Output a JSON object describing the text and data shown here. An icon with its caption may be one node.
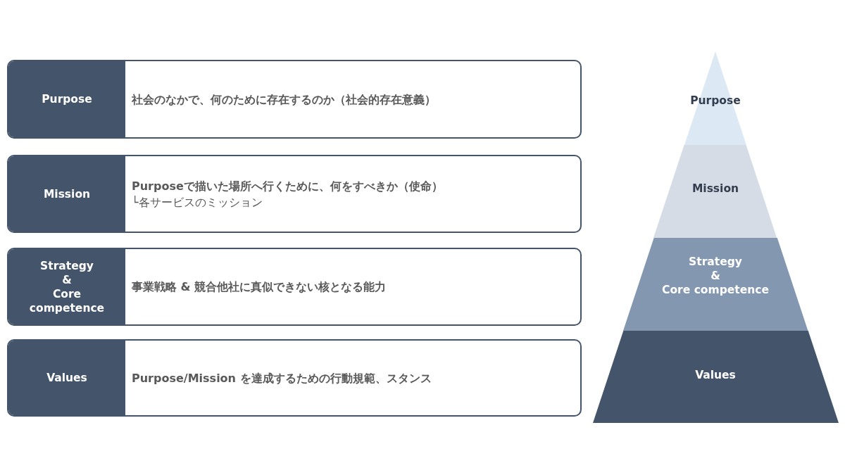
{
  "diagram": {
    "nodes": [
      {
        "text": [
          "社会のなかで、何のために存在するのか（社会的存在意義）"
        ]
      },
      {
        "text": [
          "Purpose"
        ],
        "in": 0
      },
      {
        "text": [
          "Purposeで描いた場所へ行くために、何をすべきか（使命）",
          "└各サービスのミッション"
        ]
      },
      {
        "text": [
          "Mission"
        ],
        "in": 2
      },
      {
        "text": [
          "事業戦略 & 競合他社に真似できない核となる能力"
        ]
      },
      {
        "text": [
          "Strategy & Core competence"
        ],
        "in": 4
      },
      {
        "text": [
          "Purpose/Mission を達成するための行動規範、スタンス"
        ]
      },
      {
        "text": [
          "Values"
        ],
        "in": 6
      },
      {
        "text": [
          "Purpose"
        ]
      },
      {
        "text": [
          "Mission"
        ]
      },
      {
        "text": [
          "Strategy & Core competence"
        ]
      },
      {
        "text": [
          "Values"
        ]
      }
    ]
  }
}
